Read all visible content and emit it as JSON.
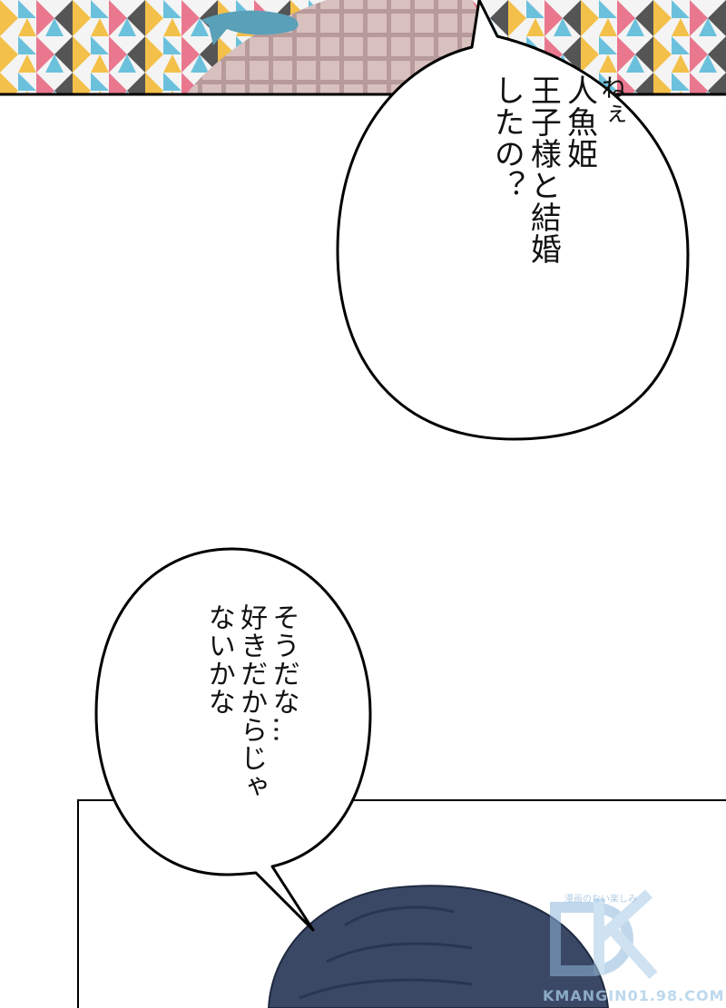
{
  "bubble_top": {
    "lines": [
      "ねぇ",
      "人魚姫",
      "王子様と結婚",
      "したの？"
    ]
  },
  "bubble_bottom": {
    "lines": [
      "そうだな…",
      "好きだからじゃ",
      "ないかな"
    ]
  },
  "watermark": {
    "tagline": "漫画のない楽しみ",
    "site": "KMANGIN01.98.COM",
    "logo_letters": "K"
  },
  "colors": {
    "panel_border": "#000000",
    "hair": "#3a4866",
    "fish": "#5aa0b8",
    "watermark": "#a8cbe6"
  }
}
